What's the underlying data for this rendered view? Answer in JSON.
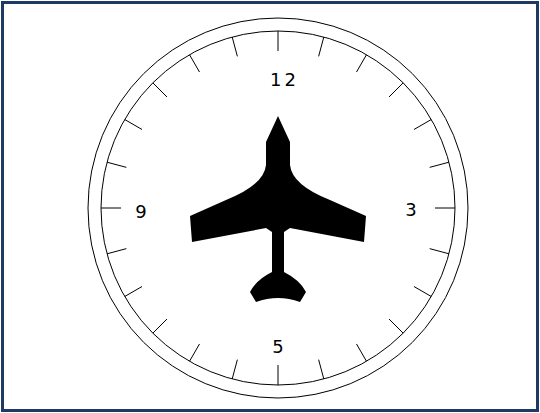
{
  "diagram": {
    "labels": [
      "12",
      "9",
      "3",
      "5"
    ]
  }
}
